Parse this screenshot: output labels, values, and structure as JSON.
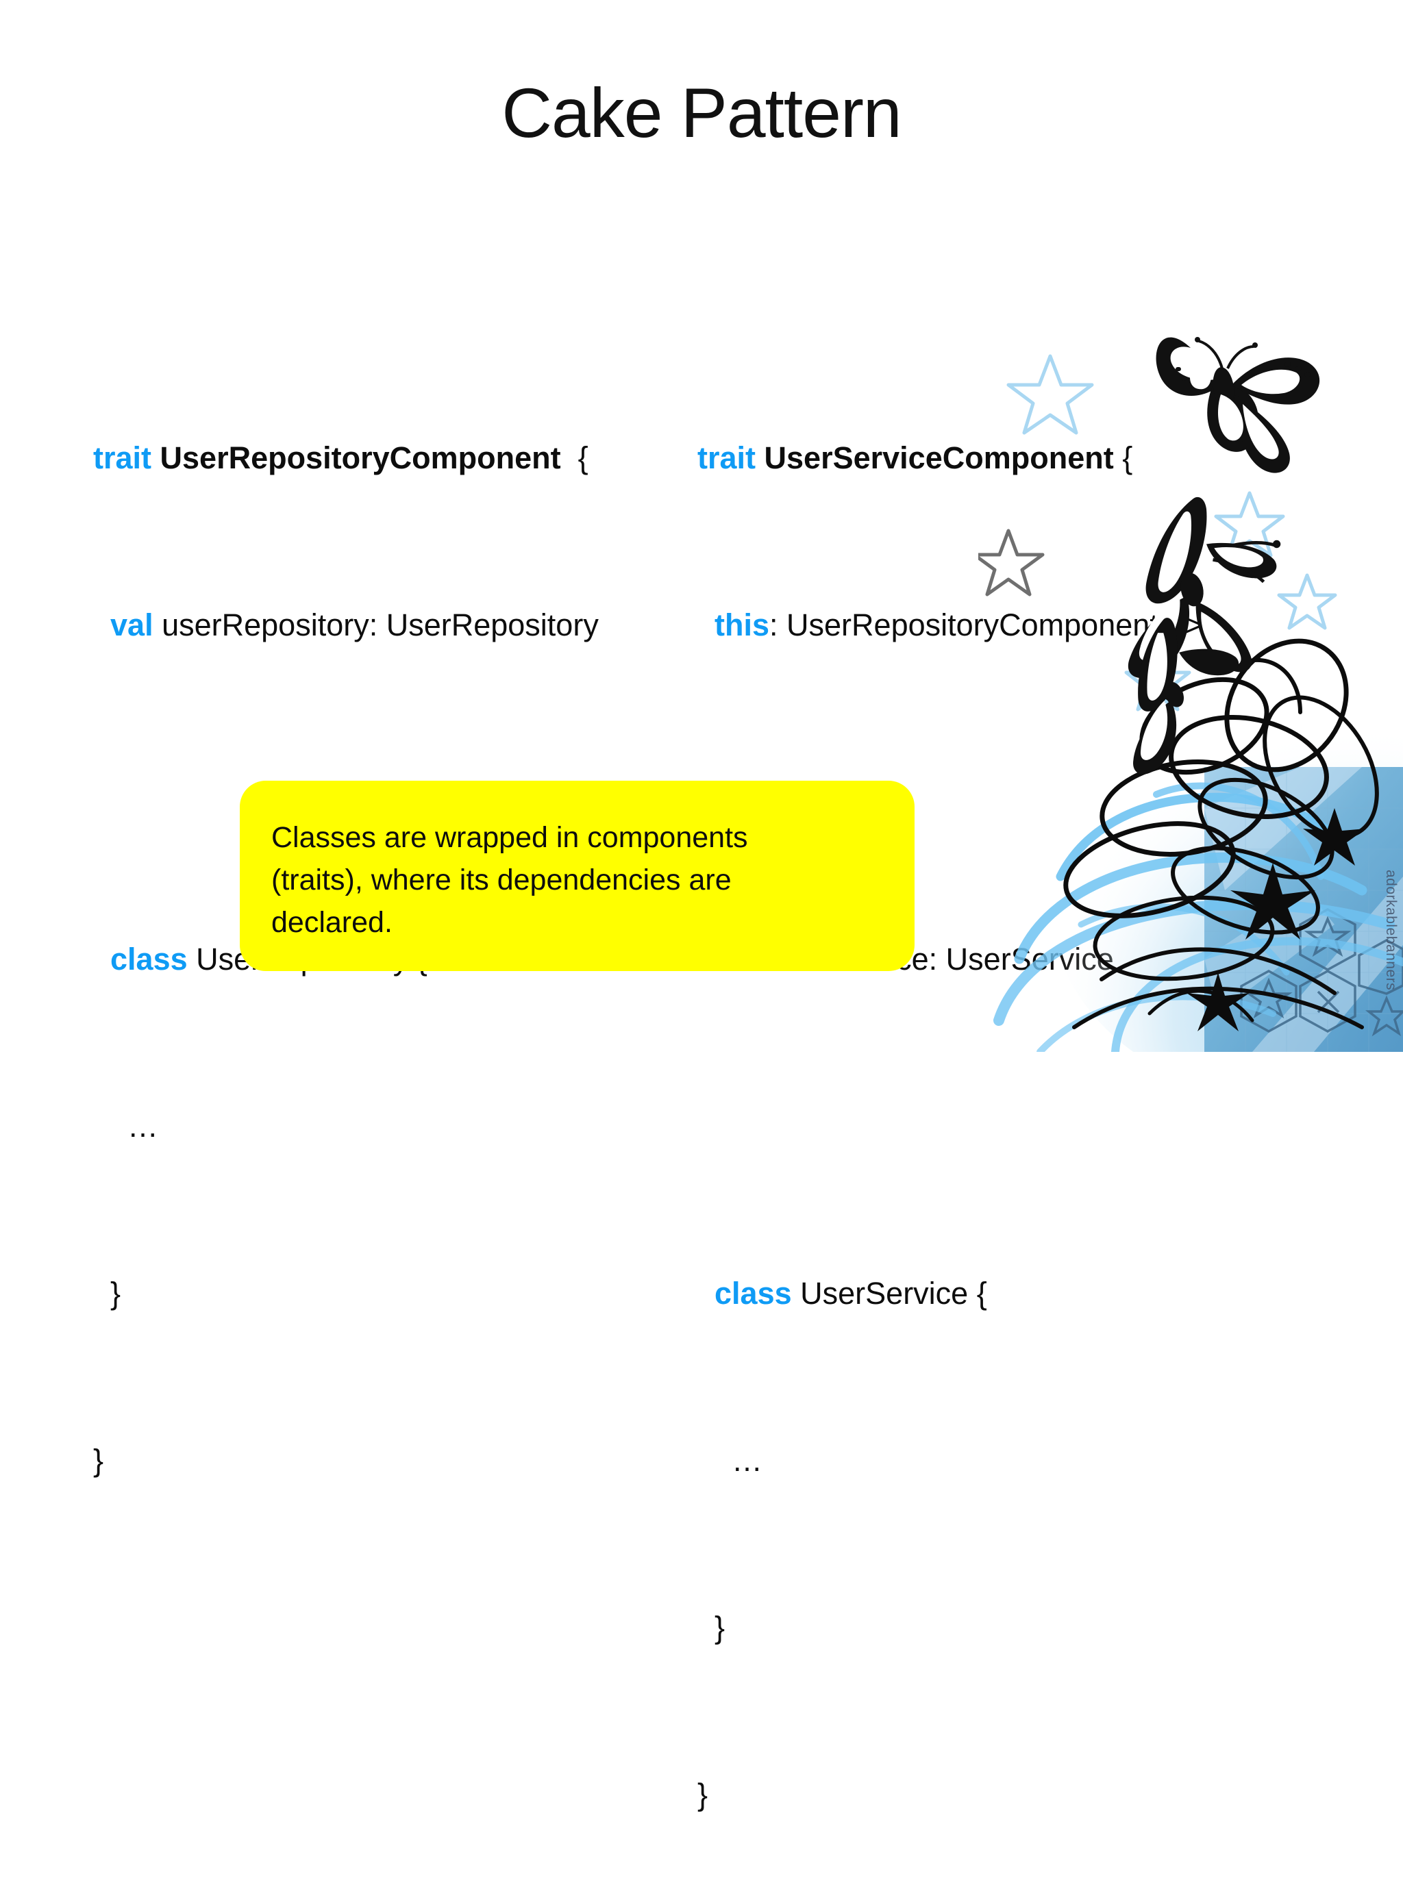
{
  "slide": {
    "title": "Cake Pattern",
    "background_color": "#FFFFFF",
    "keyword_color": "#0F9BF5",
    "text_color": "#0D0D0D",
    "callout_color": "#FFFF00"
  },
  "code_left": {
    "lines": [
      {
        "indent": 0,
        "kw": "trait",
        "type": "UserRepositoryComponent",
        "tail": "  {"
      },
      {
        "indent": 1,
        "kw": "val",
        "type": "",
        "tail": " userRepository: UserRepository"
      },
      {
        "indent": 0,
        "kw": "",
        "type": "",
        "tail": ""
      },
      {
        "indent": 1,
        "kw": "class",
        "type": "",
        "tail": " UserRepository {"
      },
      {
        "indent": 2,
        "kw": "",
        "type": "",
        "tail": "…"
      },
      {
        "indent": 1,
        "kw": "",
        "type": "",
        "tail": "}"
      },
      {
        "indent": 0,
        "kw": "",
        "type": "",
        "tail": "}"
      }
    ],
    "plain": [
      "trait UserRepositoryComponent  {",
      "  val userRepository: UserRepository",
      "",
      "  class UserRepository {",
      "    …",
      "  }",
      "}"
    ]
  },
  "code_right": {
    "lines": [
      {
        "indent": 0,
        "kw": "trait",
        "type": "UserServiceComponent",
        "tail": " {"
      },
      {
        "indent": 1,
        "kw": "this",
        "type": "",
        "tail": ": UserRepositoryComponent =>"
      },
      {
        "indent": 0,
        "kw": "",
        "type": "",
        "tail": ""
      },
      {
        "indent": 1,
        "kw": "val",
        "type": "",
        "tail": " userService: UserService"
      },
      {
        "indent": 0,
        "kw": "",
        "type": "",
        "tail": ""
      },
      {
        "indent": 1,
        "kw": "class",
        "type": "",
        "tail": " UserService {"
      },
      {
        "indent": 2,
        "kw": "",
        "type": "",
        "tail": "…"
      },
      {
        "indent": 1,
        "kw": "",
        "type": "",
        "tail": "}"
      },
      {
        "indent": 0,
        "kw": "",
        "type": "",
        "tail": "}"
      }
    ],
    "plain": [
      "trait UserServiceComponent {",
      "  this: UserRepositoryComponent =>",
      "",
      "  val userService: UserService",
      "",
      "  class UserService {",
      "    …",
      "  }",
      "}"
    ]
  },
  "callout": {
    "text": "Classes are wrapped in components\n(traits), where its dependencies are\ndeclared."
  },
  "decoration": {
    "watermark": "adorkablebanners",
    "butterfly_color": "#111111",
    "swirl_blue": "#6FC3F2",
    "star_outline": "#A9D7F2"
  }
}
